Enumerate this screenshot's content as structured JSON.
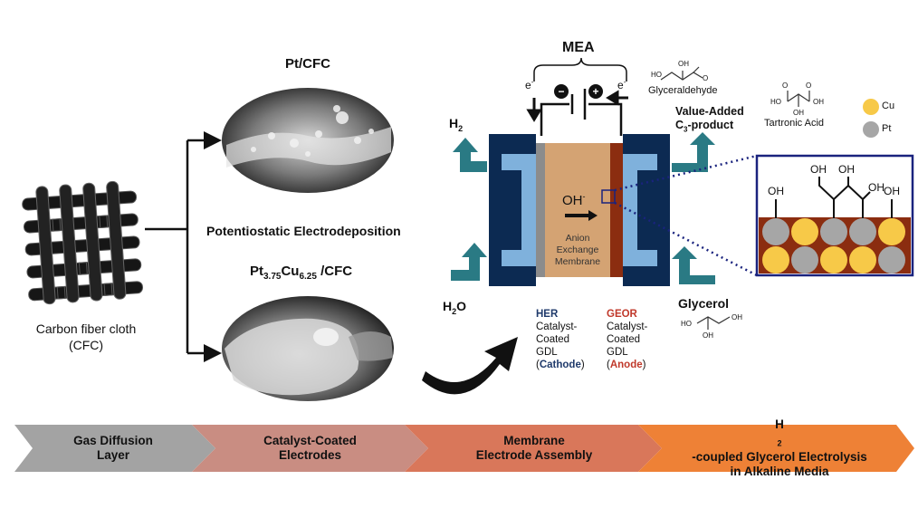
{
  "cfc": {
    "line1": "Carbon fiber cloth",
    "line2": "(CFC)"
  },
  "pt_cfc": {
    "title": "Pt/CFC"
  },
  "method": "Potentiostatic Electrodeposition",
  "ptcu_cfc": {
    "pt": "Pt",
    "pt_sub": "3.75",
    "cu": "Cu",
    "cu_sub": "6.25",
    "rest": " /CFC"
  },
  "mea": {
    "title": "MEA",
    "electron": "e",
    "minus": "−",
    "plus": "+",
    "h2": "H",
    "h2_sub": "2",
    "h2o_h": "H",
    "h2o_sub": "2",
    "h2o_o": "O",
    "oh": "OH",
    "membrane_line1": "Anion",
    "membrane_line2": "Exchange",
    "membrane_line3": "Membrane",
    "her": {
      "code": "HER",
      "line1": "Catalyst-",
      "line2": "Coated",
      "line3": "GDL",
      "open": "(",
      "role": "Cathode",
      "close": ")"
    },
    "geor": {
      "code": "GEOR",
      "line1": "Catalyst-",
      "line2": "Coated",
      "line3": "GDL",
      "open": "(",
      "role": "Anode",
      "close": ")"
    },
    "glycerol": "Glycerol"
  },
  "products": {
    "value_added_line1": "Value-Added",
    "c3_c": "C",
    "c3_sub": "3",
    "c3_rest": "-product",
    "glyceraldehyde": "Glyceraldehyde",
    "tartronic_acid": "Tartronic Acid"
  },
  "chem": {
    "oh": "OH",
    "ho": "HO",
    "o": "O"
  },
  "legend": {
    "cu": "Cu",
    "pt": "Pt"
  },
  "steps": [
    {
      "line1": "Gas Diffusion",
      "line2": "Layer"
    },
    {
      "line1": "Catalyst-Coated",
      "line2": "Electrodes"
    },
    {
      "line1": "Membrane",
      "line2": "Electrode Assembly"
    },
    {
      "line1_a": "H",
      "line1_sub": "2",
      "line1_b": "-coupled Glycerol Electrolysis",
      "line2": "in Alkaline Media"
    }
  ],
  "colors": {
    "cu": "#f7c948",
    "pt": "#a6a6a6",
    "navy": "#0c2a52",
    "teal": "#2a7a84",
    "membrane": "#d4a373",
    "anode": "#8b2d10",
    "her": "#1f3a6b",
    "geor": "#c0392b",
    "step1": "#a3a3a3",
    "step2": "#c98d82",
    "step3": "#d9775a",
    "step4": "#ee8136"
  }
}
